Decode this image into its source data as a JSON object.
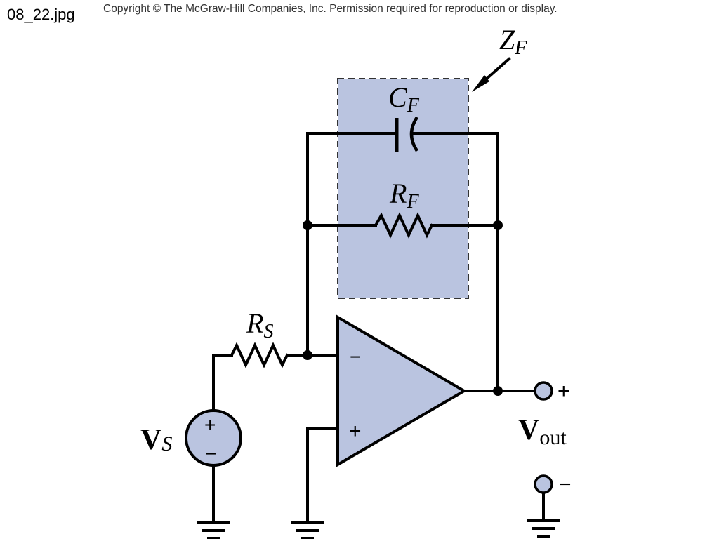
{
  "file_name": "08_22.jpg",
  "copyright": "Copyright © The McGraw-Hill Companies, Inc. Permission required for reproduction or display.",
  "labels": {
    "zf_main": "Z",
    "zf_sub": "F",
    "cf_main": "C",
    "cf_sub": "F",
    "rf_main": "R",
    "rf_sub": "F",
    "rs_main": "R",
    "rs_sub": "S",
    "vs_main": "V",
    "vs_sub": "S",
    "vout_main": "V",
    "vout_sub": "out"
  },
  "signs": {
    "opamp_inverting": "−",
    "opamp_noninverting": "+",
    "source_plus": "+",
    "source_minus": "−",
    "out_plus": "+",
    "out_minus": "−"
  },
  "colors": {
    "component_fill": "#bac4e0",
    "wire": "#000000"
  }
}
